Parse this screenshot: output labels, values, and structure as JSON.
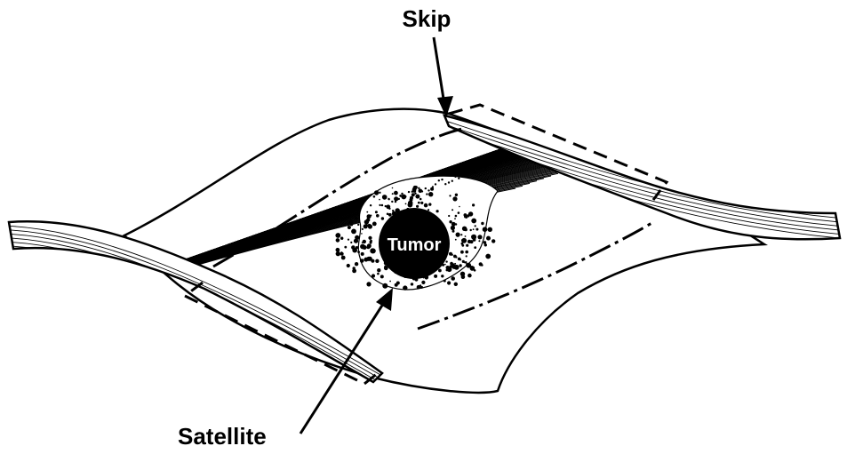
{
  "labels": {
    "skip": "Skip",
    "tumor": "Tumor",
    "satellite": "Satellite"
  },
  "colors": {
    "ink": "#000000",
    "paper": "#ffffff"
  }
}
